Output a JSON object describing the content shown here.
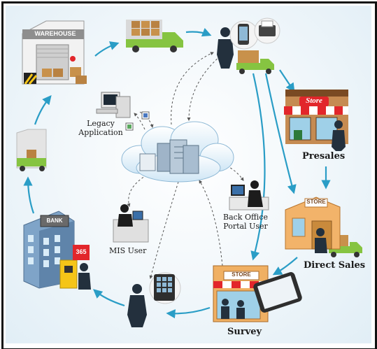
{
  "nodes": {
    "warehouse": {
      "sign": "WAREHOUSE"
    },
    "legacy": {
      "label": "Legacy\nApplication"
    },
    "presales": {
      "label": "Presales",
      "sign": "Store"
    },
    "direct_sales": {
      "label": "Direct Sales",
      "sign": "STORE"
    },
    "survey": {
      "label": "Survey",
      "sign": "STORE"
    },
    "mis_user": {
      "label": "MIS User"
    },
    "back_office": {
      "label": "Back Office\nPortal User"
    },
    "bank": {
      "sign": "BANK",
      "calendar": "365"
    }
  },
  "colors": {
    "arrow": "#2a9dc6",
    "dashed": "#555555",
    "truck": "#86c441",
    "store_awning": "#e2262b"
  }
}
